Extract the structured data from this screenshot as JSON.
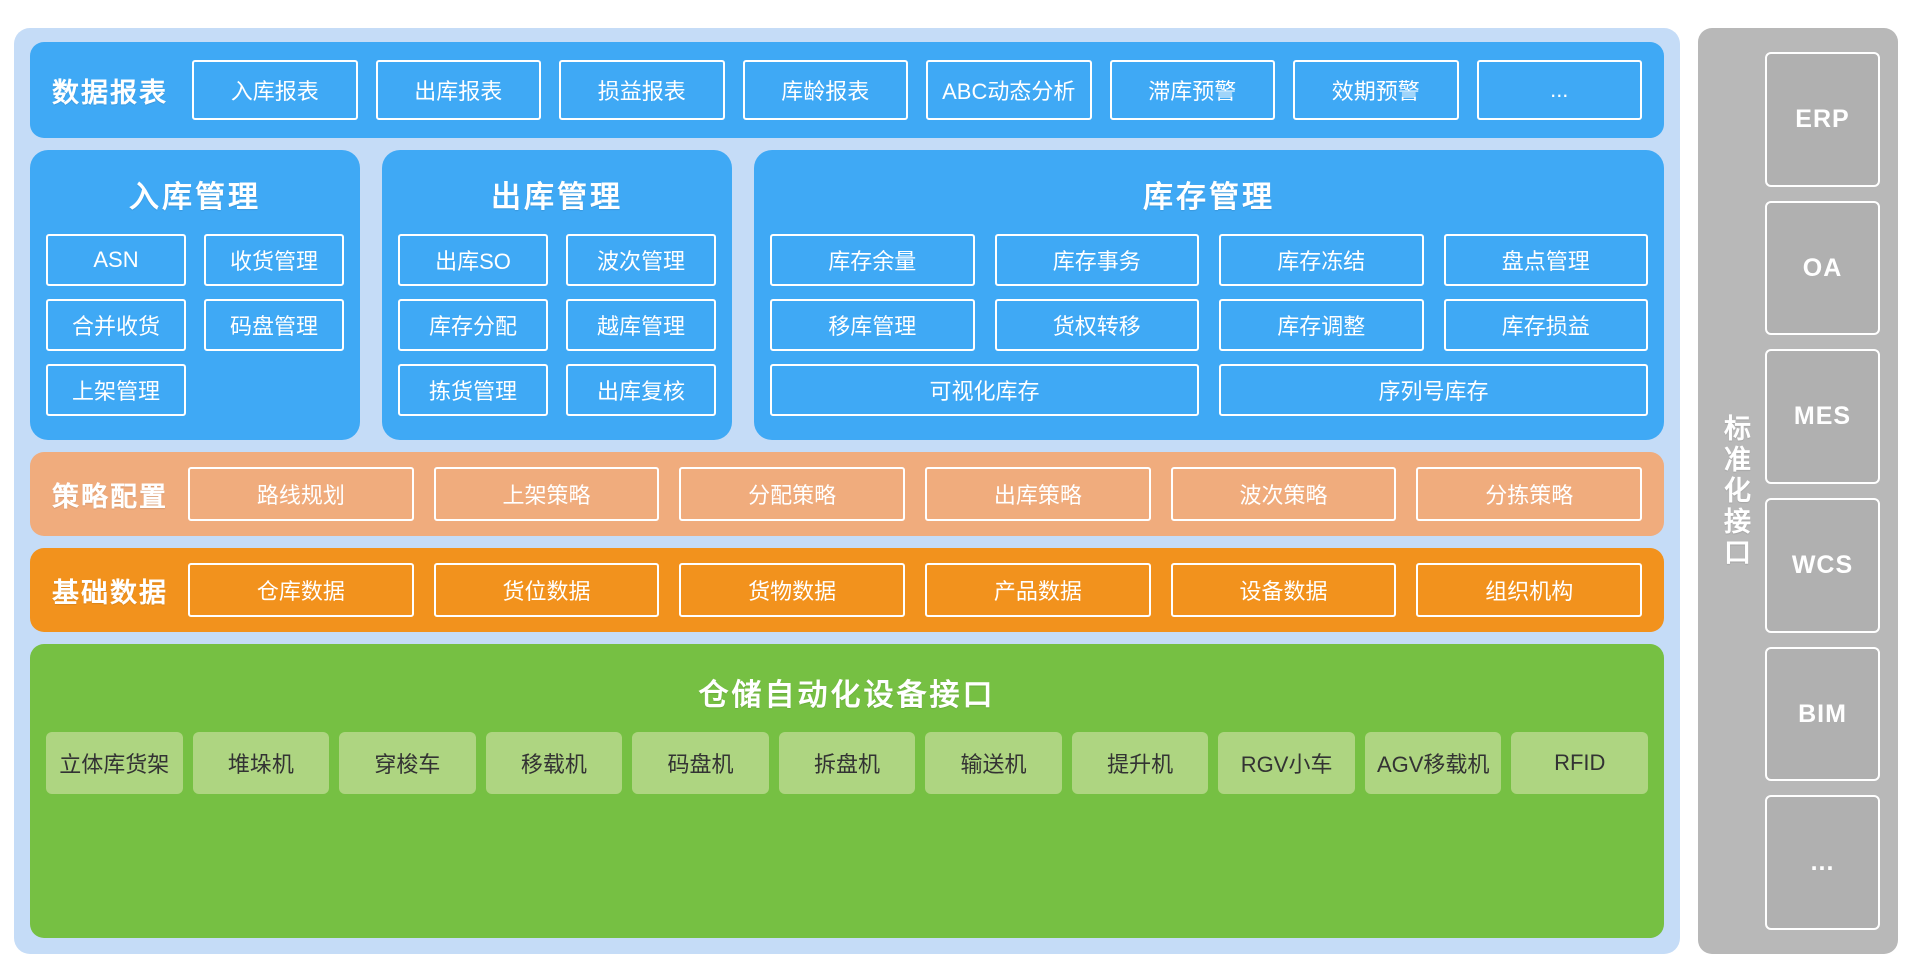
{
  "colors": {
    "panel_bg": "#c5dcf7",
    "blue": "#3fa9f5",
    "peach": "#f0ac7d",
    "orange": "#f2921d",
    "green": "#76c043",
    "green_chip": "#aed581",
    "gray": "#b8b8b8"
  },
  "reports": {
    "title": "数据报表",
    "items": [
      "入库报表",
      "出库报表",
      "损益报表",
      "库龄报表",
      "ABC动态分析",
      "滞库预警",
      "效期预警",
      "..."
    ]
  },
  "inbound": {
    "title": "入库管理",
    "items": [
      "ASN",
      "收货管理",
      "合并收货",
      "码盘管理",
      "上架管理",
      ""
    ]
  },
  "outbound": {
    "title": "出库管理",
    "items": [
      "出库SO",
      "波次管理",
      "库存分配",
      "越库管理",
      "拣货管理",
      "出库复核"
    ]
  },
  "inventory": {
    "title": "库存管理",
    "items": [
      "库存余量",
      "库存事务",
      "库存冻结",
      "盘点管理",
      "移库管理",
      "货权转移",
      "库存调整",
      "库存损益"
    ],
    "wide_items": [
      "可视化库存",
      "序列号库存"
    ]
  },
  "strategy": {
    "title": "策略配置",
    "items": [
      "路线规划",
      "上架策略",
      "分配策略",
      "出库策略",
      "波次策略",
      "分拣策略"
    ]
  },
  "basedata": {
    "title": "基础数据",
    "items": [
      "仓库数据",
      "货位数据",
      "货物数据",
      "产品数据",
      "设备数据",
      "组织机构"
    ]
  },
  "equipment": {
    "title": "仓储自动化设备接口",
    "items": [
      "立体库货架",
      "堆垛机",
      "穿梭车",
      "移载机",
      "码盘机",
      "拆盘机",
      "输送机",
      "提升机",
      "RGV小车",
      "AGV移载机",
      "RFID"
    ]
  },
  "sidebar": {
    "label": "标准化接口",
    "items": [
      "ERP",
      "OA",
      "MES",
      "WCS",
      "BIM",
      "..."
    ]
  }
}
